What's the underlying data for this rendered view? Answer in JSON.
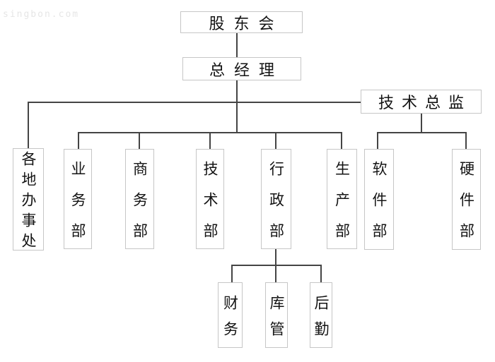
{
  "watermark": "singbon.com",
  "nodes": {
    "shareholders": {
      "label": "股东会"
    },
    "general_manager": {
      "label": "总经理"
    },
    "tech_director": {
      "label": "技术总监"
    },
    "offices": {
      "label": "各地办事处"
    },
    "business": {
      "label": "业务部"
    },
    "commerce": {
      "label": "商务部"
    },
    "technology": {
      "label": "技术部"
    },
    "admin": {
      "label": "行政部"
    },
    "production": {
      "label": "生产部"
    },
    "software": {
      "label": "软件部"
    },
    "hardware": {
      "label": "硬件部"
    },
    "finance": {
      "label": "财务"
    },
    "warehouse": {
      "label": "库管"
    },
    "logistics": {
      "label": "后勤"
    }
  },
  "hierarchy": {
    "shareholders": [
      "general_manager"
    ],
    "general_manager": [
      "offices",
      "business",
      "commerce",
      "technology",
      "admin",
      "production",
      "tech_director"
    ],
    "tech_director": [
      "software",
      "hardware"
    ],
    "admin": [
      "finance",
      "warehouse",
      "logistics"
    ]
  },
  "colors": {
    "background": "#ffffff",
    "box_border": "#c6c6c6",
    "box_fill": "#ffffff",
    "line": "#444444",
    "text": "#141414",
    "watermark_text": "#e6e6e6"
  }
}
